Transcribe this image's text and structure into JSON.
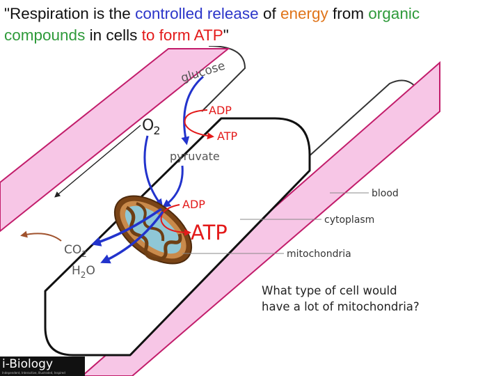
{
  "title": {
    "segments": [
      {
        "text": "\"Respiration is the ",
        "color": "#111111"
      },
      {
        "text": "controlled release",
        "color": "#2b35c9"
      },
      {
        "text": " of ",
        "color": "#111111"
      },
      {
        "text": "energy",
        "color": "#e0751b"
      },
      {
        "text": " from ",
        "color": "#111111"
      },
      {
        "text": "organic",
        "color": "#2e9a3a"
      },
      {
        "text": "compounds",
        "color": "#2e9a3a"
      },
      {
        "text": " in cells ",
        "color": "#111111"
      },
      {
        "text": "to form ATP",
        "color": "#e31a1a"
      },
      {
        "text": "\"",
        "color": "#111111"
      }
    ]
  },
  "labels": {
    "glucose": "glucose",
    "o2_main": "O",
    "o2_sub": "2",
    "adp_top": "ADP",
    "atp_top": "ATP",
    "pyruvate": "pyruvate",
    "adp_mito": "ADP",
    "atp_big": "ATP",
    "co2_main": "CO",
    "co2_sub": "2",
    "h2o_h": "H",
    "h2o_sub": "2",
    "h2o_o": "O",
    "blood": "blood",
    "cytoplasm": "cytoplasm",
    "mitochondria": "mitochondria"
  },
  "question": {
    "line1": "What type of cell would",
    "line2": "have a lot of mitochondria?"
  },
  "logo": {
    "name": "i-Biology",
    "tagline": "Independent, Interactive, Illustrated, Inspired"
  },
  "colors": {
    "vessel_fill": "#f7c6e6",
    "vessel_border": "#c21d6b",
    "arrow_blue": "#2233cc",
    "arrow_red": "#e31a1a",
    "arrow_brown": "#a0522d",
    "cell_border": "#111111",
    "pointer_line": "#888888"
  }
}
